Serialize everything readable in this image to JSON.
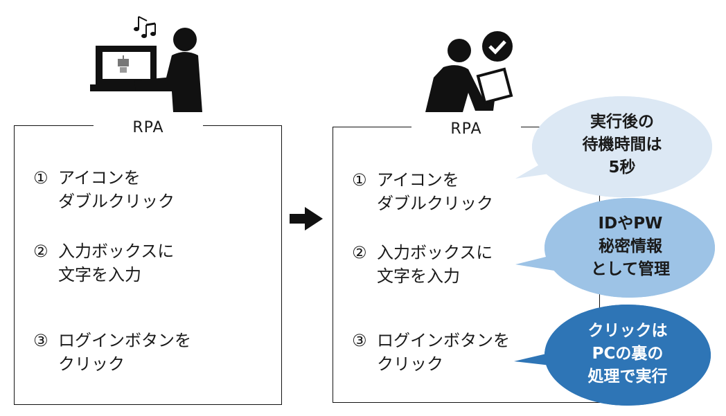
{
  "left_panel": {
    "title": "RPA",
    "steps": [
      {
        "num": "①",
        "line1": "アイコンを",
        "line2": "ダブルクリック"
      },
      {
        "num": "②",
        "line1": "入力ボックスに",
        "line2": "文字を入力"
      },
      {
        "num": "③",
        "line1": "ログインボタンを",
        "line2": "クリック"
      }
    ]
  },
  "right_panel": {
    "title": "RPA",
    "steps": [
      {
        "num": "①",
        "line1": "アイコンを",
        "line2": "ダブルクリック"
      },
      {
        "num": "②",
        "line1": "入力ボックスに",
        "line2": "文字を入力"
      },
      {
        "num": "③",
        "line1": "ログインボタンを",
        "line2": "クリック"
      }
    ]
  },
  "bubbles": [
    {
      "lines": [
        "実行後の",
        "待機時間は",
        "5秒"
      ],
      "fill": "#dce8f4",
      "text_color": "#1a1a1a"
    },
    {
      "lines": [
        "IDやPW",
        "秘密情報",
        "として管理"
      ],
      "fill": "#9dc3e6",
      "text_color": "#1a1a1a"
    },
    {
      "lines": [
        "クリックは",
        "PCの裏の",
        "処理で実行"
      ],
      "fill": "#2e75b6",
      "text_color": "#ffffff"
    }
  ],
  "icons": {
    "music_note": "music-notes-icon",
    "person_computer": "person-at-computer-icon",
    "robot": "robot-icon",
    "person_tablet": "person-with-tablet-icon",
    "check": "check-badge-icon",
    "arrow": "right-arrow-icon"
  }
}
